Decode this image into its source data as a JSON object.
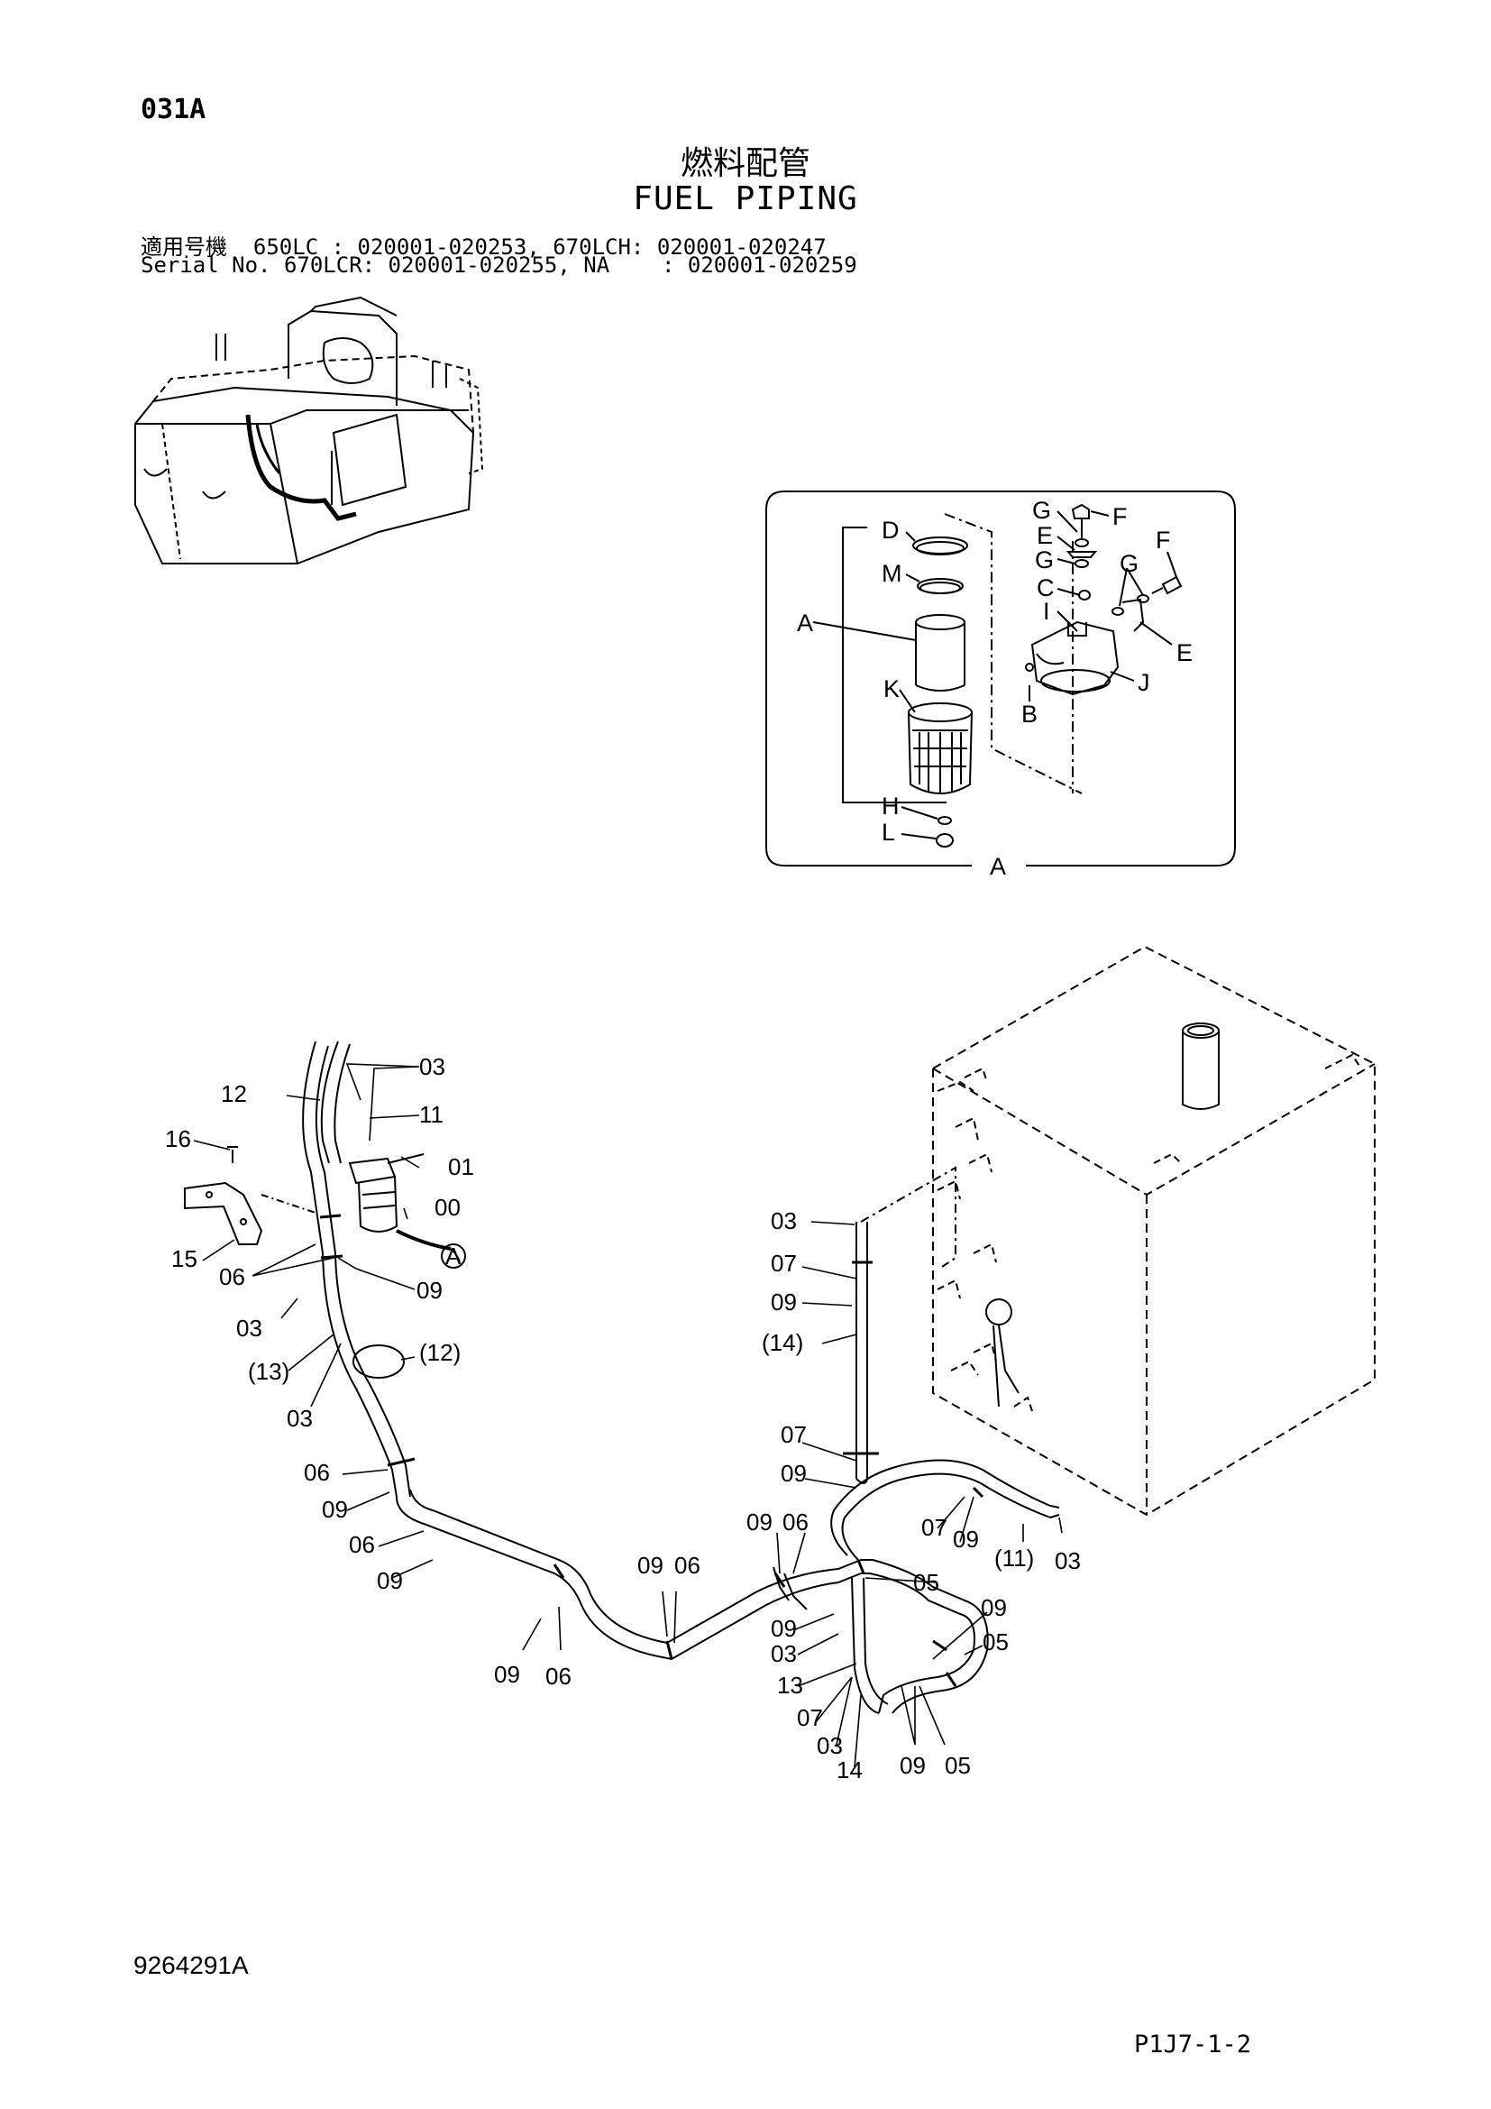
{
  "header": {
    "page_code": "031A",
    "title_jp": "燃料配管",
    "title_en": "FUEL PIPING",
    "serial_line_1": "適用号機  650LC : 020001-020253, 670LCH: 020001-020247",
    "serial_line_2": "Serial No. 670LCR: 020001-020255, NA    : 020001-020259"
  },
  "detail_a": {
    "labels": {
      "D": "D",
      "M": "M",
      "A": "A",
      "K": "K",
      "H": "H",
      "L": "L",
      "G1": "G",
      "F1": "F",
      "E1": "E",
      "G2": "G",
      "C": "C",
      "I": "I",
      "G3": "G",
      "F2": "F",
      "E2": "E",
      "J": "J",
      "B": "B",
      "frame": "A"
    }
  },
  "main_labels": {
    "p03_top": "03",
    "p12": "12",
    "p11": "11",
    "p16": "16",
    "p01": "01",
    "p00": "00",
    "pA": "A",
    "p15": "15",
    "p06_left": "06",
    "p09_left": "09",
    "p03_b": "03",
    "p12p": "(12)",
    "p13p": "(13)",
    "p03_c": "03",
    "p06_b": "06",
    "p09_b": "09",
    "p06_c": "06",
    "p09_c": "09",
    "p09_d": "09",
    "p06_d": "06",
    "p09_e": "09",
    "p06_e": "06",
    "p03_r1": "03",
    "p07_r1": "07",
    "p09_r1": "09",
    "p14p": "(14)",
    "p07_r2": "07",
    "p09_r2": "09",
    "p09_r3": "09",
    "p06_r3": "06",
    "p07_r4": "07",
    "p09_r4": "09",
    "p11p": "(11)",
    "p03_r4": "03",
    "p05_a": "05",
    "p09_f": "09",
    "p03_f": "03",
    "p09_g": "09",
    "p05_b": "05",
    "p13": "13",
    "p07_f": "07",
    "p03_g": "03",
    "p14": "14",
    "p09_h": "09",
    "p05_c": "05"
  },
  "footer": {
    "doc_number": "9264291A",
    "page_number": "P1J7-1-2"
  }
}
